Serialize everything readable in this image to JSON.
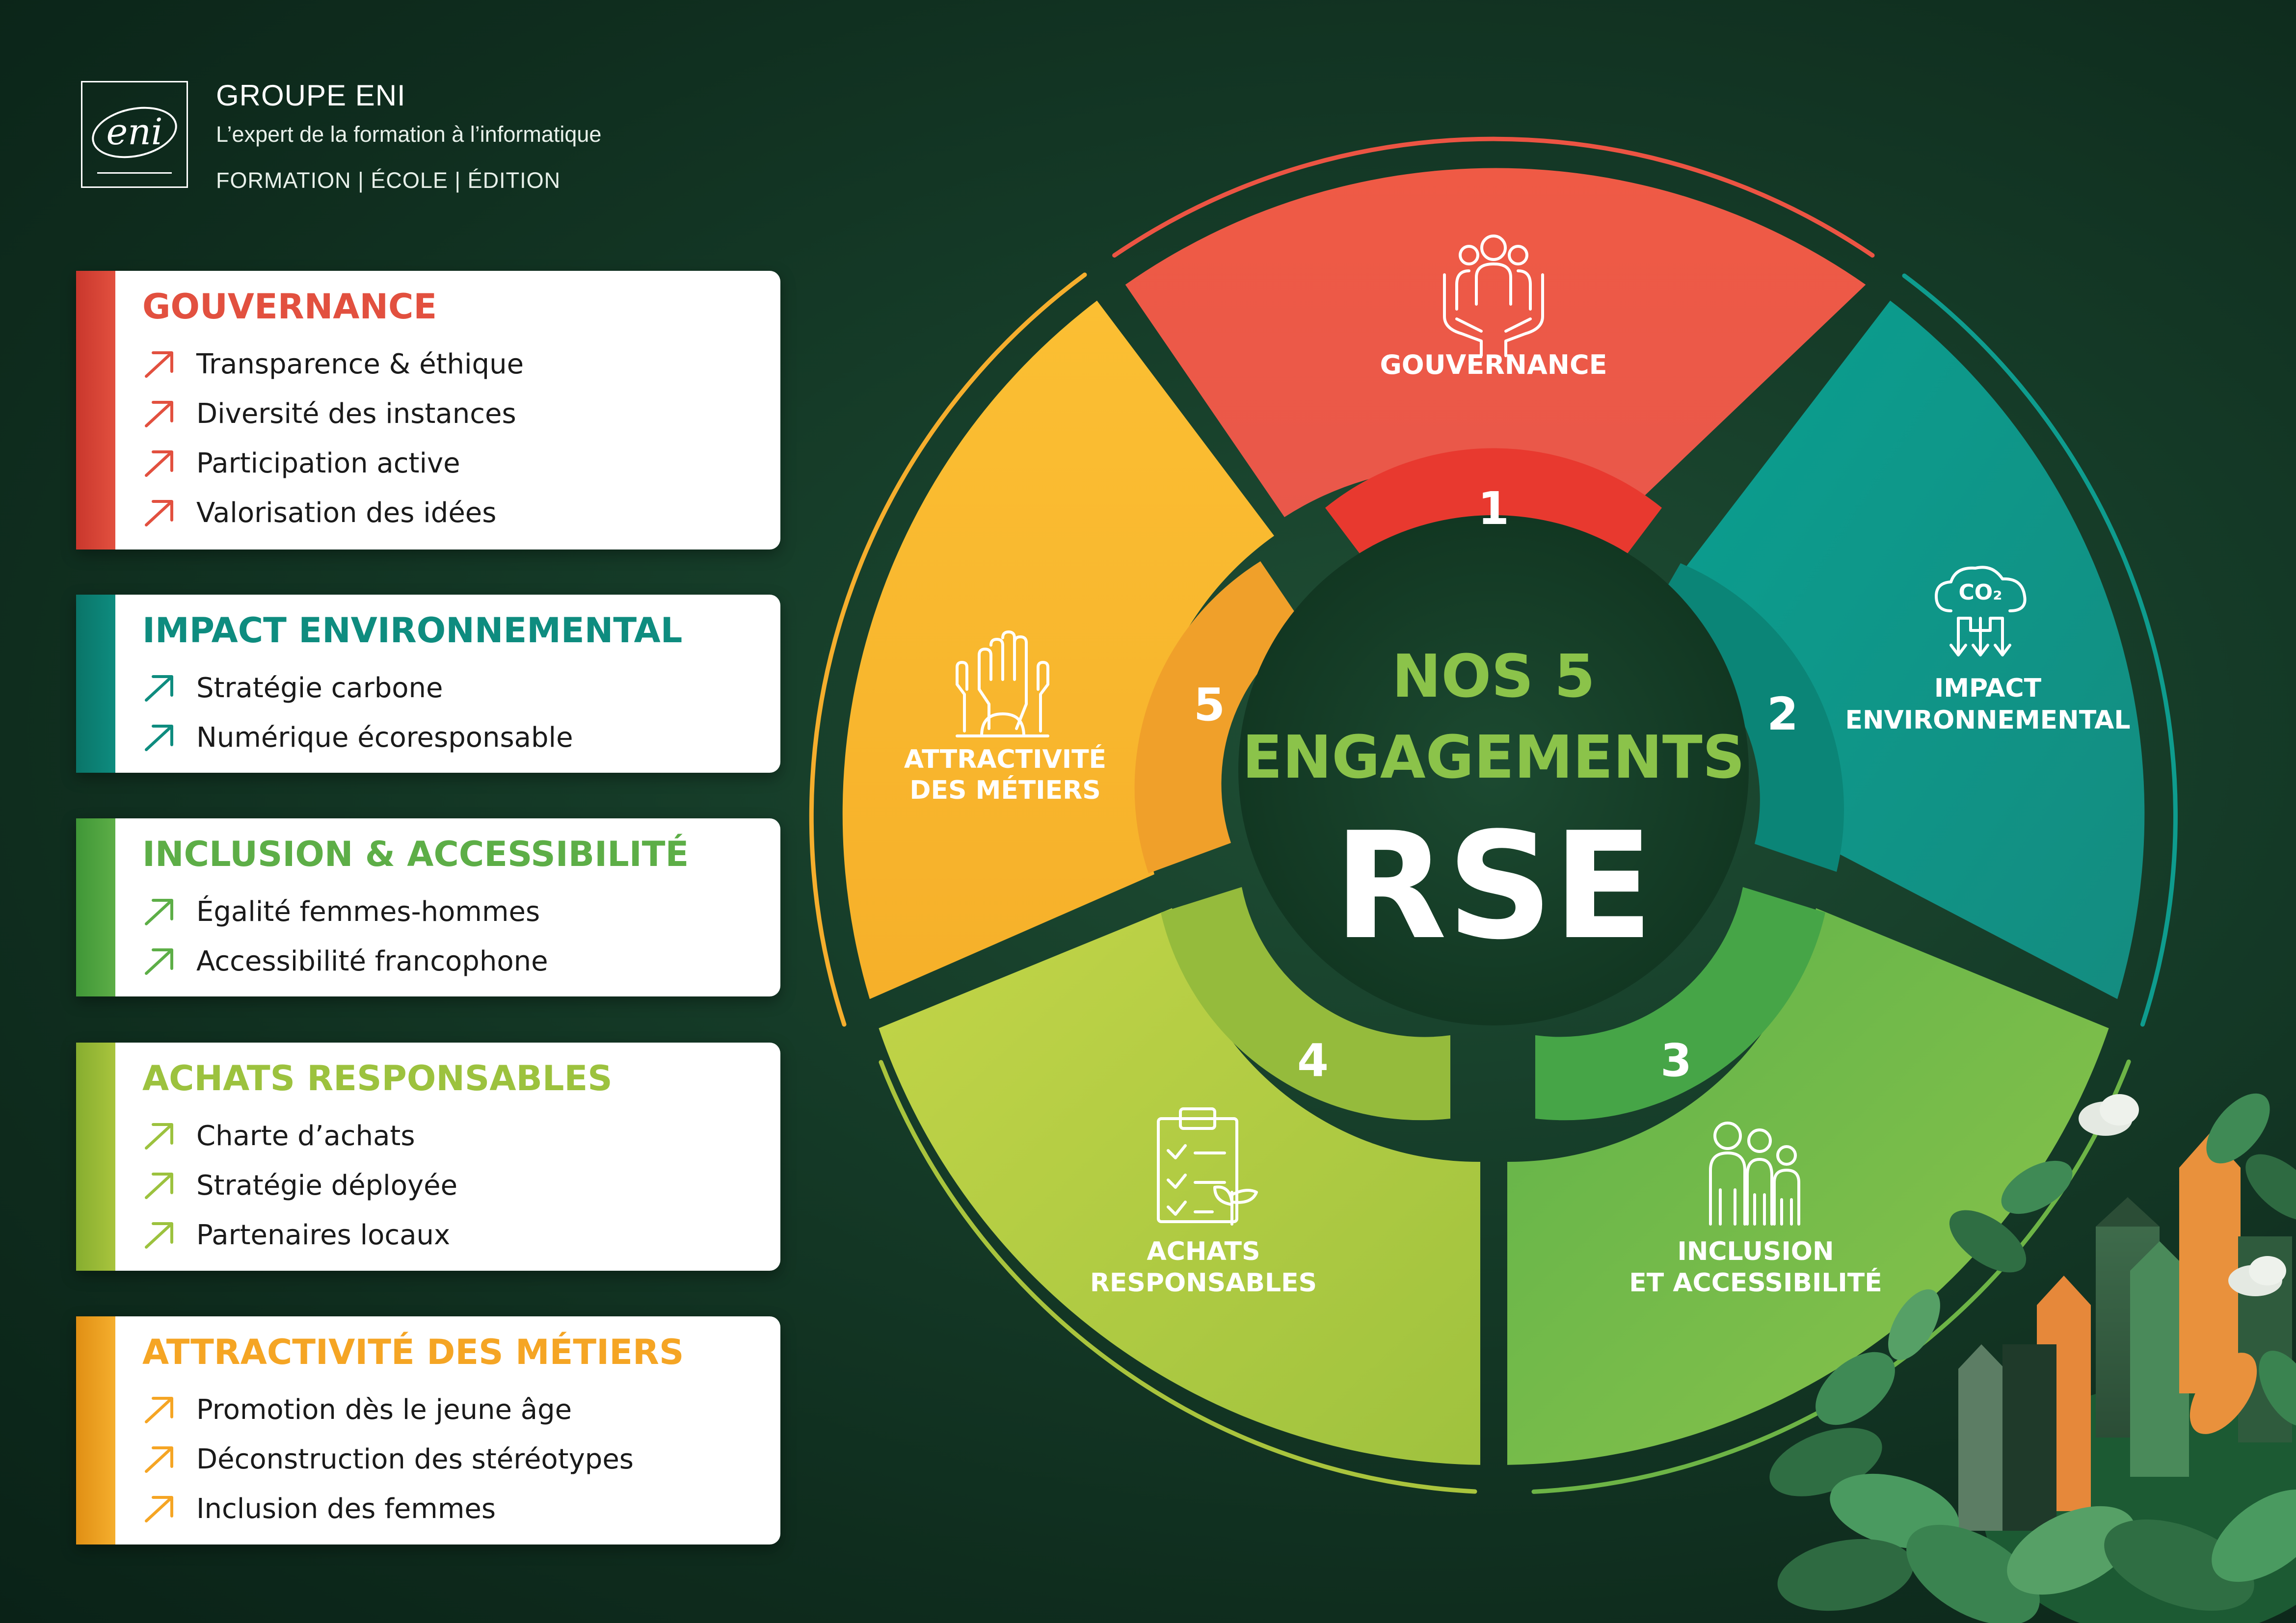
{
  "brand": {
    "logo_text": "eni",
    "title": "GROUPE ENI",
    "tagline": "L’expert de la formation à l’informatique",
    "sections": "FORMATION | ÉCOLE | ÉDITION"
  },
  "colors": {
    "red": "#EC5443",
    "teal": "#0E9C8E",
    "green": "#6DB446",
    "lime": "#A9C43D",
    "orange": "#F5AE2D",
    "center_title": "#8BC34A",
    "background": "#163D29"
  },
  "cards": [
    {
      "title": "GOUVERNANCE",
      "color": "#E2503F",
      "items": [
        "Transparence & éthique",
        "Diversité des instances",
        "Participation active",
        "Valorisation des idées"
      ]
    },
    {
      "title": "IMPACT ENVIRONNEMENTAL",
      "color": "#0E8C7F",
      "items": [
        "Stratégie carbone",
        "Numérique écoresponsable"
      ]
    },
    {
      "title": "INCLUSION & ACCESSIBILITÉ",
      "color": "#5DAE47",
      "items": [
        "Égalité femmes-hommes",
        "Accessibilité francophone"
      ]
    },
    {
      "title": "ACHATS RESPONSABLES",
      "color": "#9CC23E",
      "items": [
        "Charte d’achats",
        "Stratégie déployée",
        "Partenaires locaux"
      ]
    },
    {
      "title": "ATTRACTIVITÉ DES MÉTIERS",
      "color": "#F5A524",
      "items": [
        "Promotion dès le jeune âge",
        "Déconstruction des stéréotypes",
        "Inclusion des femmes"
      ]
    }
  ],
  "center": {
    "line1": "NOS 5",
    "line2": "ENGAGEMENTS",
    "line3": "RSE"
  },
  "segments": [
    {
      "number": "1",
      "label_lines": [
        "GOUVERNANCE"
      ],
      "icon": "hands-people-icon"
    },
    {
      "number": "2",
      "label_lines": [
        "IMPACT",
        "ENVIRONNEMENTAL"
      ],
      "icon": "co2-cloud-icon",
      "icon_text": "CO₂"
    },
    {
      "number": "3",
      "label_lines": [
        "INCLUSION",
        "ET ACCESSIBILITÉ"
      ],
      "icon": "family-icon"
    },
    {
      "number": "4",
      "label_lines": [
        "ACHATS",
        "RESPONSABLES"
      ],
      "icon": "checklist-plant-icon"
    },
    {
      "number": "5",
      "label_lines": [
        "ATTRACTIVITÉ",
        "DES MÉTIERS"
      ],
      "icon": "raised-hands-icon"
    }
  ]
}
